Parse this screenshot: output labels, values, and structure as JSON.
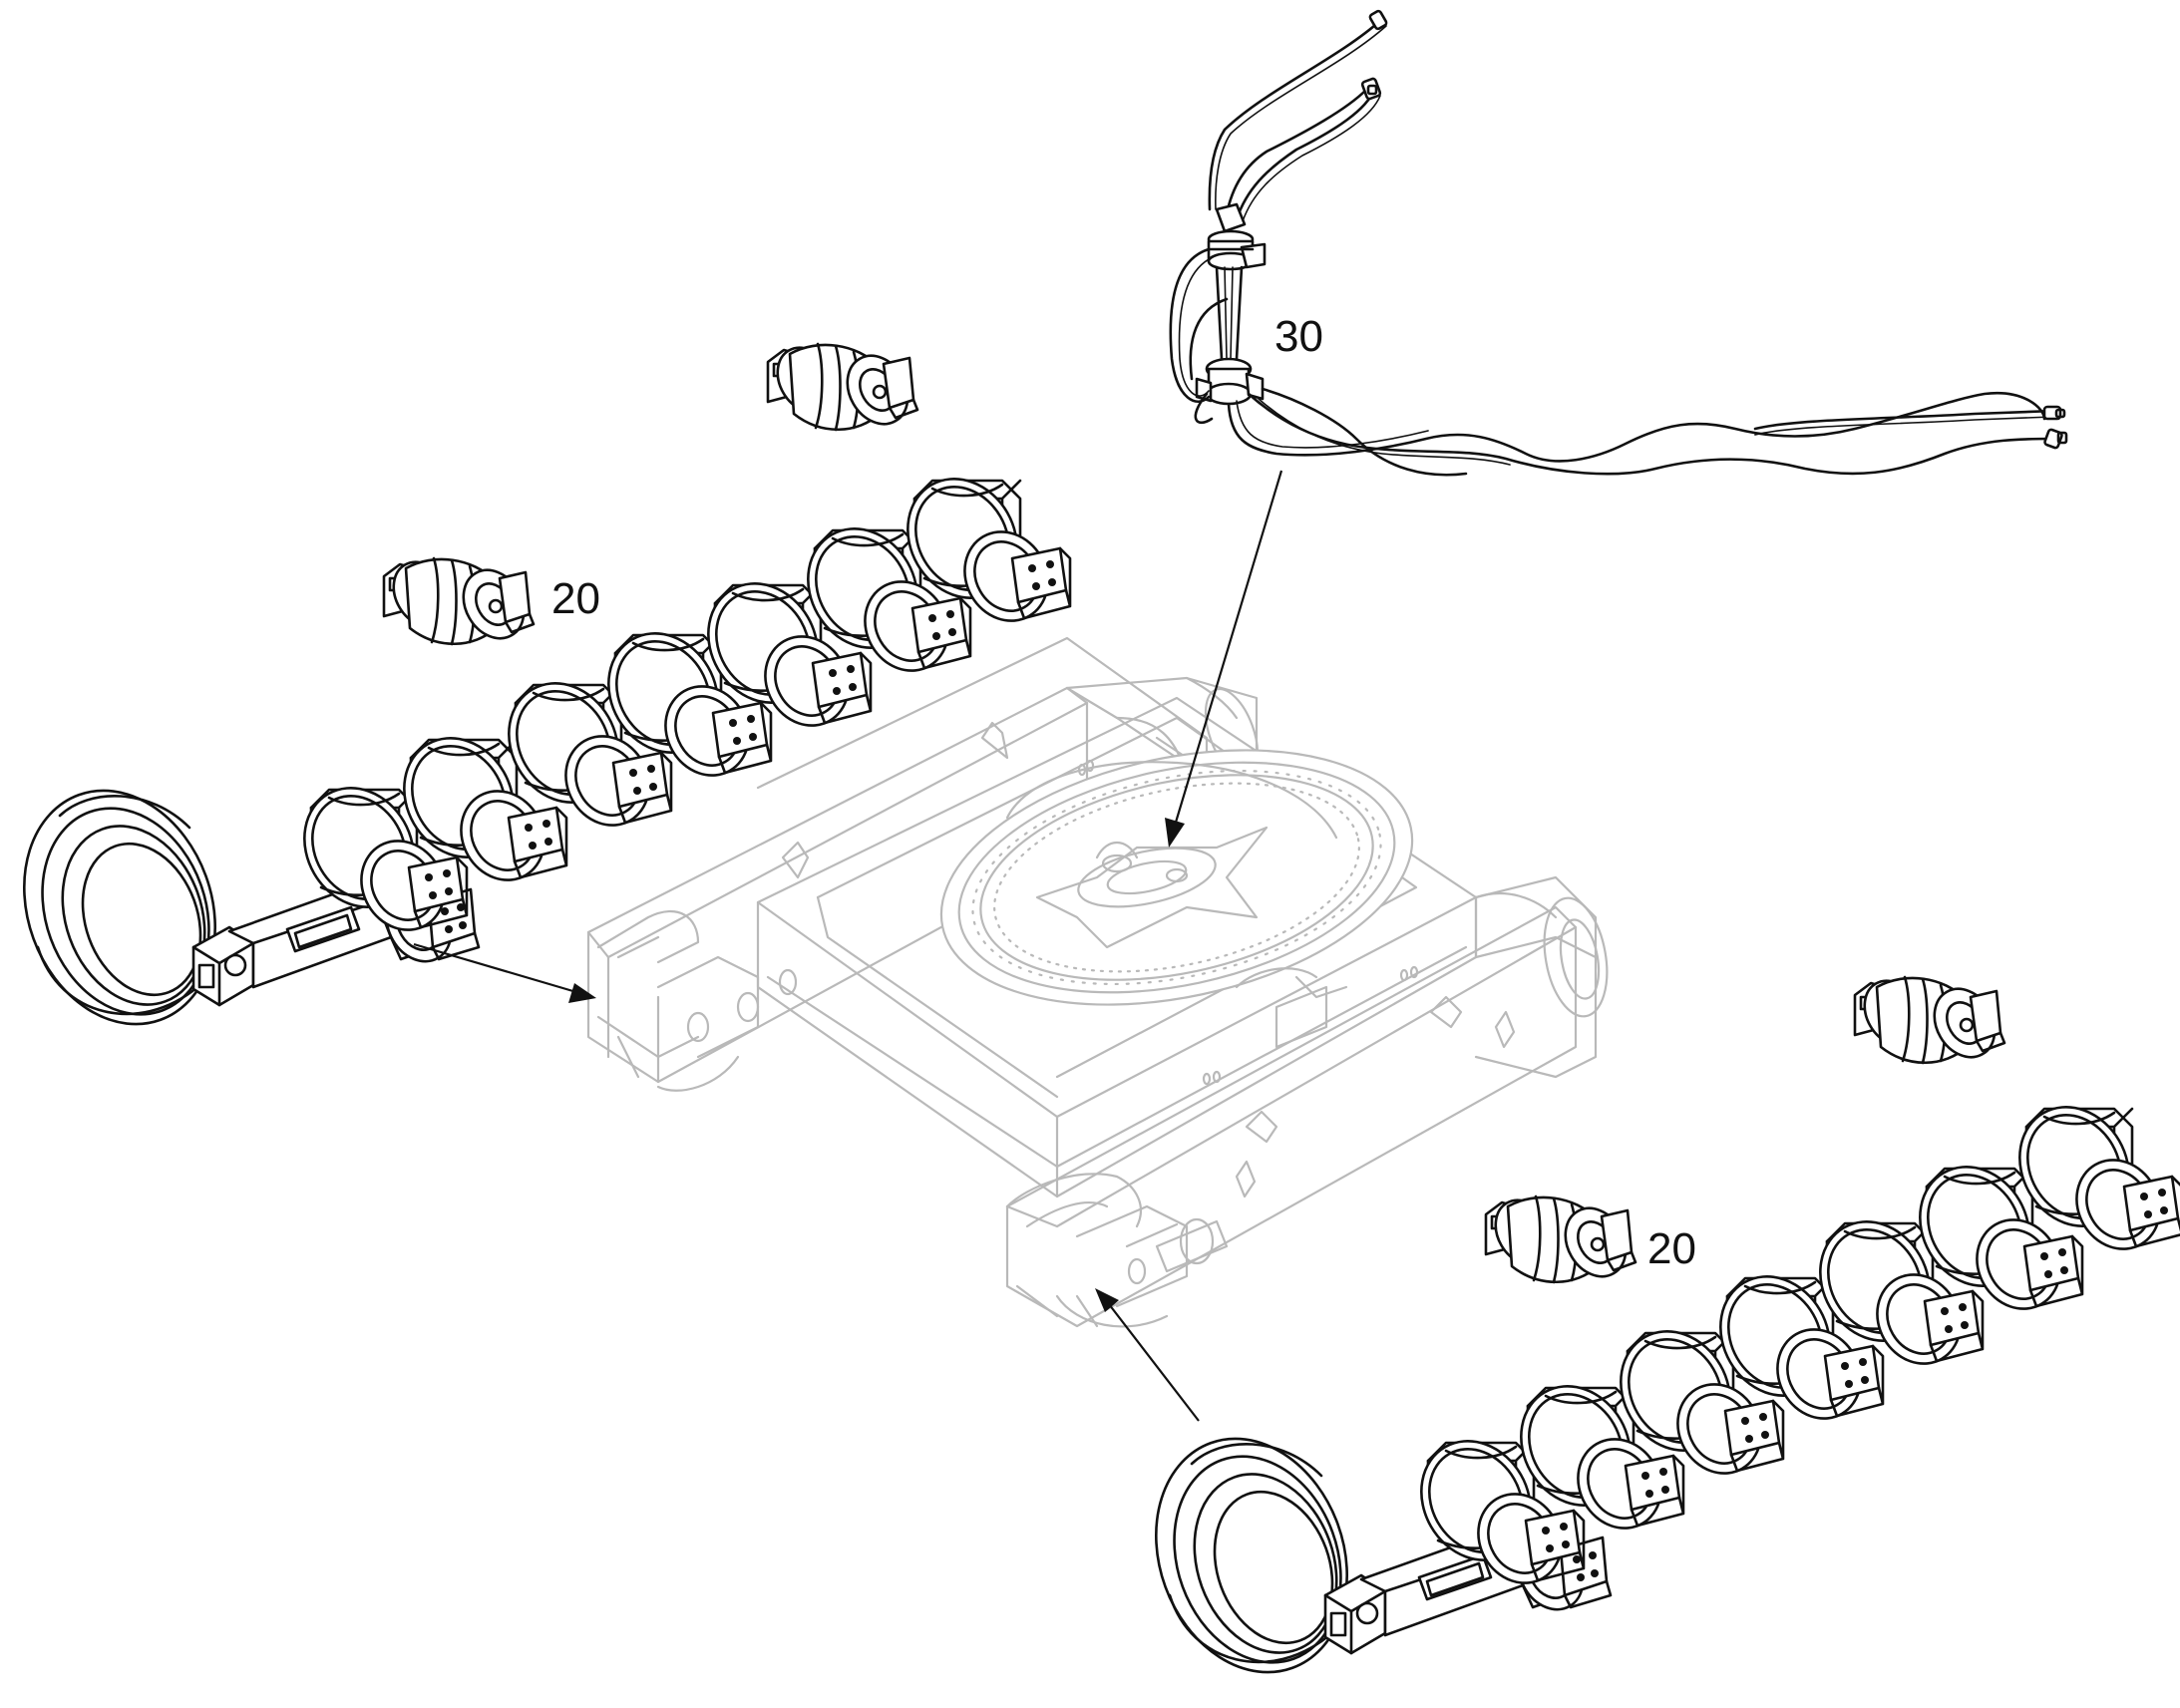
{
  "callouts": {
    "top_right": "30",
    "left": "20",
    "right": "20"
  },
  "colors": {
    "ink": "#111111",
    "ghost": "#b9b9b9",
    "background": "#ffffff"
  },
  "rollers": {
    "left_track_bottom_rollers": 7,
    "right_track_bottom_rollers": 7,
    "left_carrier_rollers": 2,
    "right_carrier_rollers": 2
  }
}
